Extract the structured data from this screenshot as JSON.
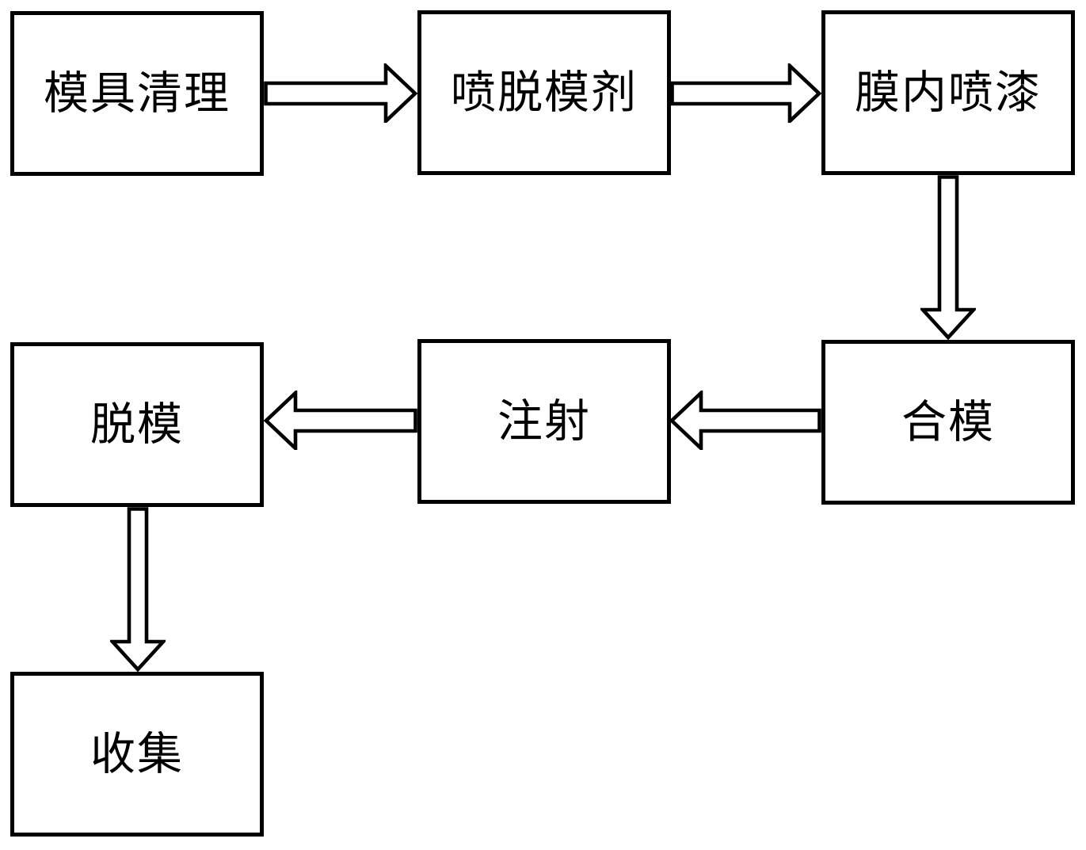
{
  "diagram": {
    "type": "flowchart",
    "background_color": "#ffffff",
    "box_fill_color": "#ffffff",
    "stroke_color": "#000000",
    "nodes": [
      {
        "id": "mold-cleaning",
        "label": "模具清理",
        "row": 1,
        "col": 1
      },
      {
        "id": "spray-release-agent",
        "label": "喷脱模剂",
        "row": 1,
        "col": 2
      },
      {
        "id": "in-mold-painting",
        "label": "膜内喷漆",
        "row": 1,
        "col": 3
      },
      {
        "id": "mold-closing",
        "label": "合模",
        "row": 2,
        "col": 3
      },
      {
        "id": "injection",
        "label": "注射",
        "row": 2,
        "col": 2
      },
      {
        "id": "demolding",
        "label": "脱模",
        "row": 2,
        "col": 1
      },
      {
        "id": "collection",
        "label": "收集",
        "row": 3,
        "col": 1
      }
    ],
    "edges": [
      {
        "from": "模具清理",
        "to": "喷脱模剂",
        "direction": "right"
      },
      {
        "from": "喷脱模剂",
        "to": "膜内喷漆",
        "direction": "right"
      },
      {
        "from": "膜内喷漆",
        "to": "合模",
        "direction": "down"
      },
      {
        "from": "合模",
        "to": "注射",
        "direction": "left"
      },
      {
        "from": "注射",
        "to": "脱模",
        "direction": "left"
      },
      {
        "from": "脱模",
        "to": "收集",
        "direction": "down"
      }
    ]
  }
}
